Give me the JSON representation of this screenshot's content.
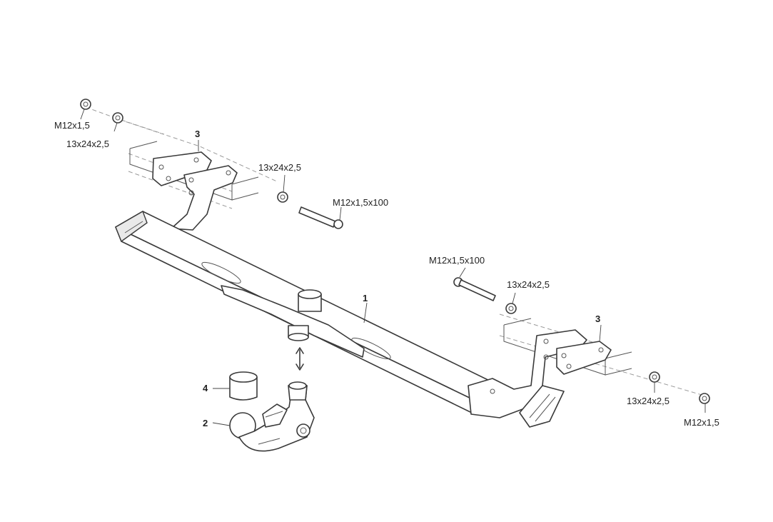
{
  "labels": {
    "nut_left": "M12x1,5",
    "washer_left": "13x24x2,5",
    "washer_upper_mid": "13x24x2,5",
    "bolt_upper": "M12x1,5x100",
    "bolt_lower": "M12x1,5x100",
    "washer_lower_mid": "13x24x2,5",
    "washer_right": "13x24x2,5",
    "nut_right": "M12x1,5"
  },
  "callouts": {
    "bracket_left": "3",
    "bracket_right": "3",
    "crossbar": "1",
    "ball_cover": "4",
    "tow_ball": "2"
  }
}
